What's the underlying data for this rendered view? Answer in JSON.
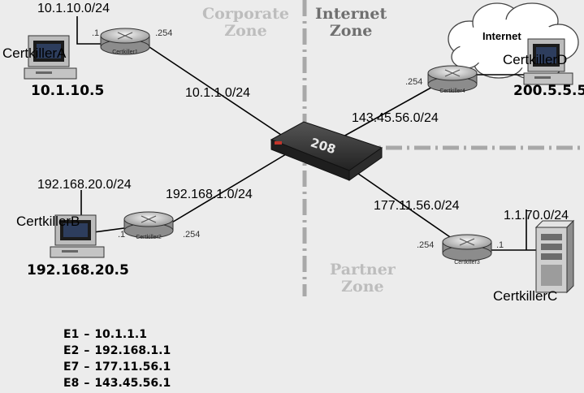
{
  "zones": {
    "corporate": [
      "Corporate",
      "Zone"
    ],
    "internet": [
      "Internet",
      "Zone"
    ],
    "partner": [
      "Partner",
      "Zone"
    ]
  },
  "cloud_label": "Internet",
  "firewall_label": "208",
  "routers": {
    "r1": "Certkiller1",
    "r2": "Certkiller2",
    "r3": "Certkiller3",
    "r4": "Certkiller4"
  },
  "hosts": {
    "a": {
      "name": "CertkillerA",
      "ip": "10.1.10.5",
      "lan": "10.1.10.0/24"
    },
    "b": {
      "name": "CertkillerB",
      "ip": "192.168.20.5",
      "lan": "192.168.20.0/24"
    },
    "c": {
      "name": "CertkillerC",
      "lan": "1.1.70.0/24"
    },
    "d": {
      "name": "CertkillerD",
      "ip": "200.5.5.5"
    }
  },
  "links": {
    "r1_fw": "10.1.1.0/24",
    "r2_fw": "192.168.1.0/24",
    "fw_r3": "177.11.56.0/24",
    "fw_r4": "143.45.56.0/24"
  },
  "ports": {
    "r1_lan": ".1",
    "r1_wan": ".254",
    "r2_lan": ".1",
    "r2_wan": ".254",
    "r3_wan": ".254",
    "r3_lan": ".1",
    "r4_wan": ".254"
  },
  "interfaces": [
    {
      "name": "E1",
      "ip": "10.1.1.1"
    },
    {
      "name": "E2",
      "ip": "192.168.1.1"
    },
    {
      "name": "E7",
      "ip": "177.11.56.1"
    },
    {
      "name": "E8",
      "ip": "143.45.56.1"
    }
  ],
  "separator": "–"
}
